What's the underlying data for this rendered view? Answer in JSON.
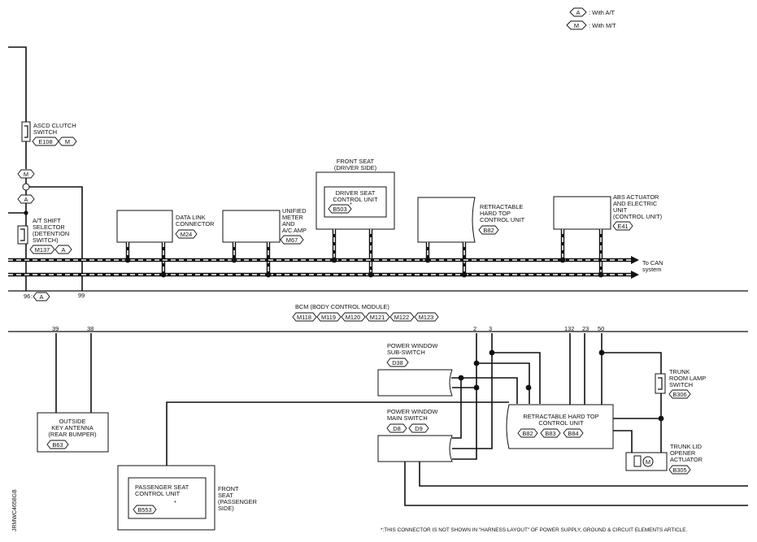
{
  "legend": {
    "a_code": "A",
    "a_text": ": With A/T",
    "m_code": "M",
    "m_text": ": With M/T"
  },
  "ascd": {
    "l1": "ASCD CLUTCH",
    "l2": "SWITCH",
    "conn": "E108",
    "opt": "M"
  },
  "opt_m": "M",
  "opt_a": "A",
  "at_shift": {
    "l1": "A/T SHIFT",
    "l2": "SELECTOR",
    "l3": "(DETENTION",
    "l4": "SWITCH)",
    "conn": "M137",
    "opt": "A"
  },
  "dlc": {
    "l1": "DATA LINK",
    "l2": "CONNECTOR",
    "conn": "M24"
  },
  "meter": {
    "l1": "UNIFIED",
    "l2": "METER",
    "l3": "AND",
    "l4": "A/C AMP",
    "conn": "M67"
  },
  "front_seat_driver": {
    "l1": "FRONT SEAT",
    "l2": "(DRIVER SIDE)",
    "inner1": "DRIVER SEAT",
    "inner2": "CONTROL UNIT",
    "conn": "B503",
    "star": "*"
  },
  "hardtop": {
    "l1": "RETRACTABLE",
    "l2": "HARD TOP",
    "l3": "CONTROL UNIT",
    "conn": "B82"
  },
  "abs": {
    "l1": "ABS ACTUATOR",
    "l2": "AND ELECTRIC",
    "l3": "UNIT",
    "l4": "(CONTROL UNIT)",
    "conn": "E41"
  },
  "can": {
    "l1": "To CAN",
    "l2": "system"
  },
  "pins_top": {
    "p96": "96",
    "p96_opt": "A",
    "p99": "99"
  },
  "bcm": {
    "title": "BCM (BODY CONTROL MODULE)",
    "conns": [
      "M118",
      "M119",
      "M120",
      "M121",
      "M122",
      "M123"
    ]
  },
  "pins_bottom": {
    "p39": "39",
    "p38": "38",
    "p2": "2",
    "p3": "3",
    "p132": "132",
    "p23": "23",
    "p50": "50"
  },
  "key_antenna": {
    "l1": "OUTSIDE",
    "l2": "KEY ANTENNA",
    "l3": "(REAR BUMPER)",
    "conn": "B63"
  },
  "pw_sub": {
    "l1": "POWER WINDOW",
    "l2": "SUB-SWITCH",
    "conn": "D38"
  },
  "pw_main": {
    "l1": "POWER WINDOW",
    "l2": "MAIN SWITCH",
    "conn1": "D8",
    "conn2": "D9"
  },
  "hardtop_rear": {
    "l1": "RETRACTABLE HARD TOP",
    "l2": "CONTROL UNIT",
    "conns": [
      "B82",
      "B83",
      "B84"
    ]
  },
  "trunk_lamp": {
    "l1": "TRUNK",
    "l2": "ROOM LAMP",
    "l3": "SWITCH",
    "conn": "B306"
  },
  "trunk_lid": {
    "l1": "TRUNK LID",
    "l2": "OPENER",
    "l3": "ACTUATOR",
    "conn": "B305",
    "motor": "M"
  },
  "passenger_seat": {
    "inner1": "PASSENGER SEAT",
    "inner2": "CONTROL UNIT",
    "conn": "B553",
    "star": "*",
    "s1": "FRONT",
    "s2": "SEAT",
    "s3": "(PASSENGER",
    "s4": "SIDE)"
  },
  "side_code": "JRMWC4658GB",
  "footnote": "*:THIS CONNECTOR IS NOT SHOWN IN \"HARNESS LAYOUT\" OF POWER SUPPLY, GROUND & CIRCUIT ELEMENTS ARTICLE."
}
